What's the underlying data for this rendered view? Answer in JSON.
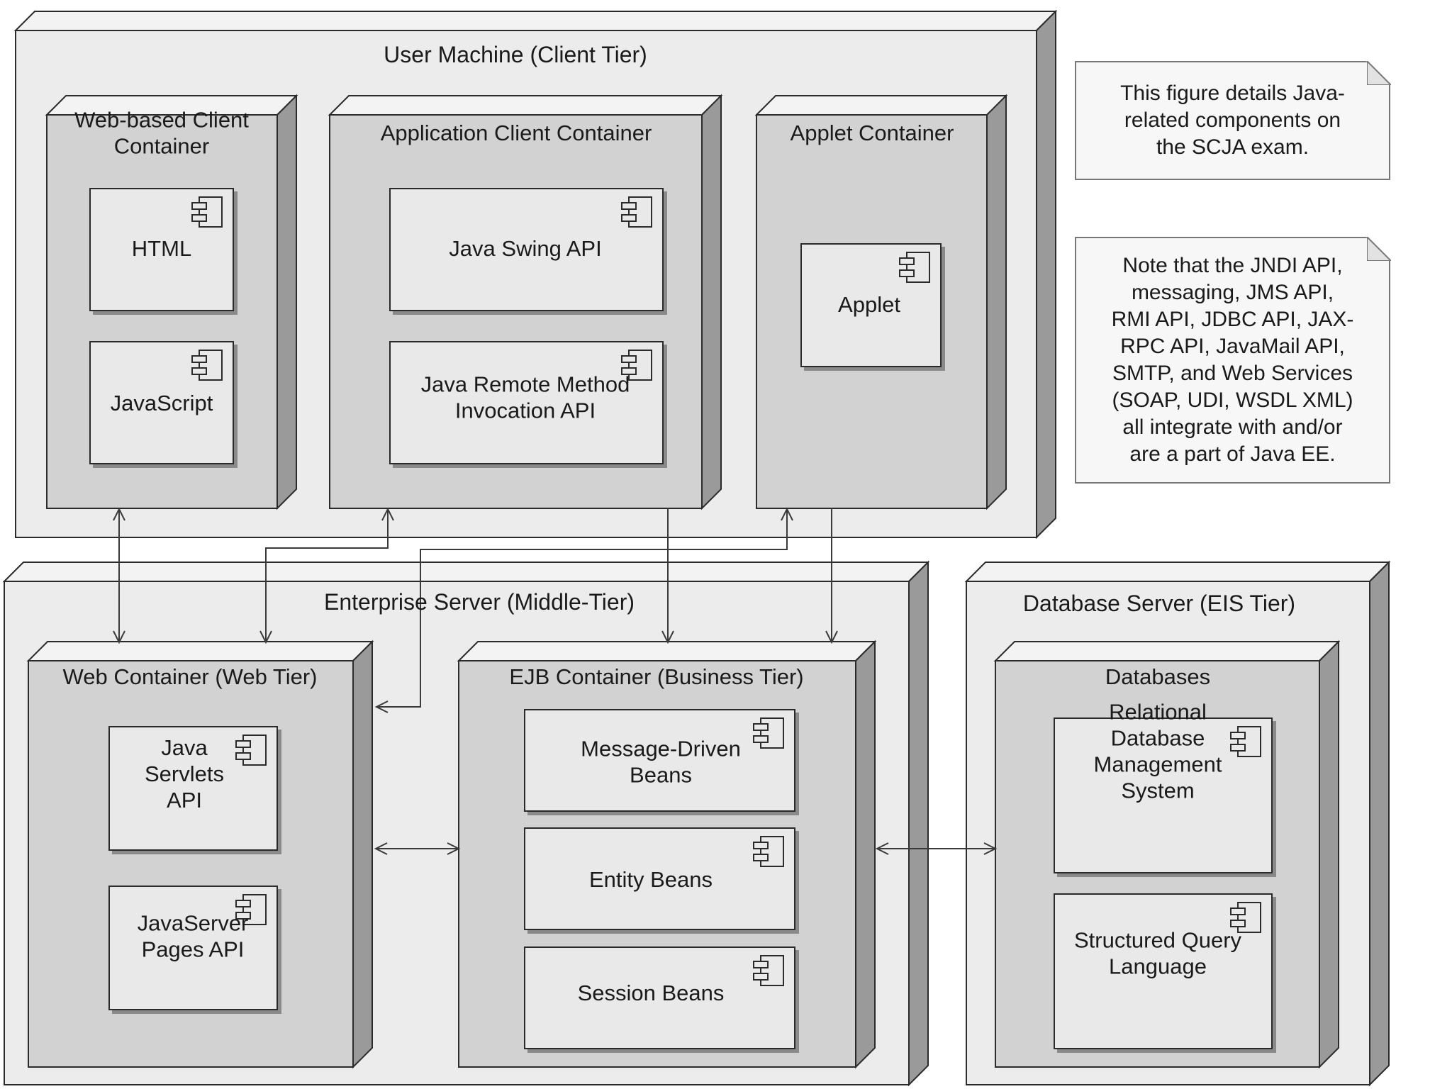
{
  "tiers": {
    "client": "User Machine (Client Tier)",
    "middle": "Enterprise Server (Middle-Tier)",
    "eis": "Database Server (EIS Tier)"
  },
  "containers": {
    "web_client": "Web-based Client\nContainer",
    "app_client": "Application Client Container",
    "applet": "Applet Container",
    "web": "Web Container (Web Tier)",
    "ejb": "EJB Container (Business Tier)",
    "databases": "Databases"
  },
  "components": {
    "html": "HTML",
    "javascript": "JavaScript",
    "swing": "Java Swing API",
    "rmi": "Java Remote Method\nInvocation API",
    "applet": "Applet",
    "servlets": "Java\nServlets\nAPI",
    "jsp": "JavaServer\nPages API",
    "mdb": "Message-Driven\nBeans",
    "entity": "Entity Beans",
    "session": "Session Beans",
    "rdbms": "Relational\nDatabase\nManagement\nSystem",
    "sql": "Structured Query\nLanguage"
  },
  "notes": {
    "figure": "This figure details Java-\nrelated components on\nthe SCJA exam.",
    "integration": "Note that the JNDI API,\nmessaging, JMS API,\nRMI API, JDBC API, JAX-\nRPC API, JavaMail API,\nSMTP, and Web Services\n(SOAP, UDI, WSDL XML)\nall integrate with and/or\nare a part of Java EE."
  },
  "colors": {
    "tier_fill": "#ececec",
    "container_fill": "#d2d2d2",
    "component_fill": "#e9e9e9",
    "side_fill": "#9a9a9a",
    "top_fill": "#f3f3f3",
    "line": "#2b2b2b"
  }
}
